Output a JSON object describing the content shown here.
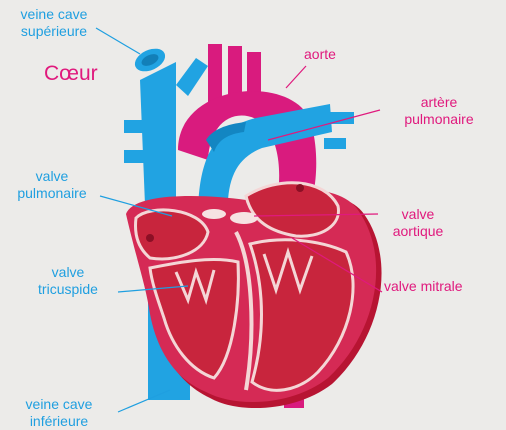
{
  "title": "Cœur",
  "labels": {
    "veine_cave_superieure": {
      "line1": "veine cave",
      "line2": "supérieure"
    },
    "aorte": "aorte",
    "artere_pulmonaire": {
      "line1": "artère",
      "line2": "pulmonaire"
    },
    "valve_pulmonaire": {
      "line1": "valve",
      "line2": "pulmonaire"
    },
    "valve_aortique": {
      "line1": "valve",
      "line2": "aortique"
    },
    "valve_tricuspide": {
      "line1": "valve",
      "line2": "tricuspide"
    },
    "valve_mitrale": "valve mitrale",
    "veine_cave_inferieure": {
      "line1": "veine cave",
      "line2": "inférieure"
    }
  },
  "colors": {
    "blue_label": "#1f9fe0",
    "pink_label": "#e0197d",
    "vein": "#21a3e2",
    "artery": "#d91b7e",
    "muscle": "#d52a55",
    "muscle_shadow": "#b71432",
    "chamber_outline": "#f4d6d6",
    "background": "#ecebe9"
  }
}
